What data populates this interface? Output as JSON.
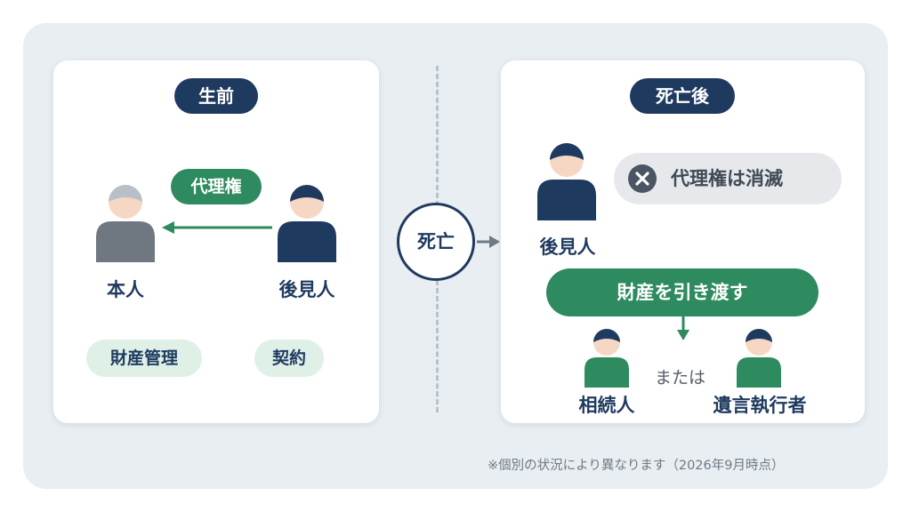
{
  "before": {
    "title": "生前",
    "proxy_label": "代理権",
    "principal_label": "本人",
    "guardian_label": "後見人",
    "tags": [
      "財産管理",
      "契約"
    ]
  },
  "transition": {
    "label": "死亡"
  },
  "after": {
    "title": "死亡後",
    "guardian_label": "後見人",
    "status_text": "代理権は消滅",
    "action_label": "財産を引き渡す",
    "or_text": "または",
    "heir_label": "相続人",
    "executor_label": "遺言執行者"
  },
  "footnote": "※個別の状況により異なります（2026年9月時点）",
  "colors": {
    "navy": "#1f3a5f",
    "green": "#2e8a5f",
    "mint": "#dff0e7",
    "principal_gray": "#6f7880",
    "skin": "#f5d7c4",
    "frame_bg": "#e8eef2"
  },
  "icons": [
    "person-icon",
    "arrow-left-icon",
    "arrow-right-icon",
    "arrow-down-icon",
    "cross-circle-icon"
  ]
}
